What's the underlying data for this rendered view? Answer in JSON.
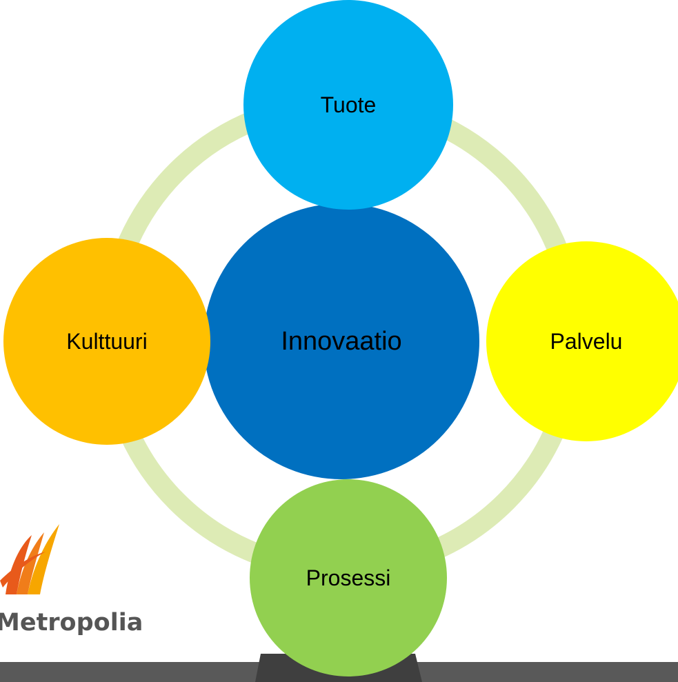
{
  "diagram": {
    "center": {
      "label": "Innovaatio",
      "color": "#0070C0"
    },
    "nodes": [
      {
        "label": "Tuote",
        "color": "#00B0F0"
      },
      {
        "label": "Palvelu",
        "color": "#FFFF00"
      },
      {
        "label": "Prosessi",
        "color": "#92D050"
      },
      {
        "label": "Kulttuuri",
        "color": "#FFC000"
      }
    ],
    "ring_color": "#DDEBB5"
  },
  "logo": {
    "text": "Metropolia",
    "icon": "metropolia-swirl-logo",
    "colors": [
      "#E85A1B",
      "#F7A600"
    ]
  },
  "footer": {
    "bar_color": "#595959",
    "tab_color": "#3F3F3F"
  }
}
